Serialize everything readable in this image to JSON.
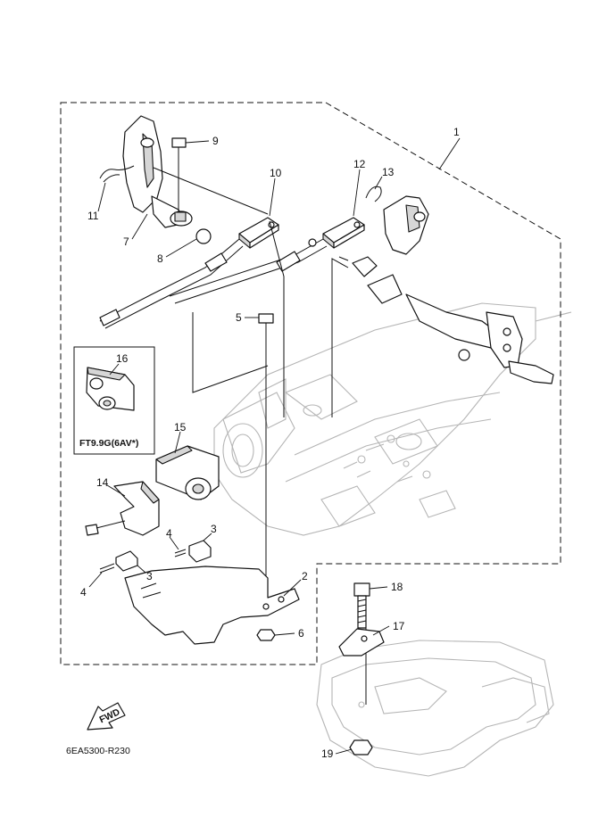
{
  "diagram": {
    "part_numbers": [
      "1",
      "2",
      "3",
      "3",
      "4",
      "4",
      "5",
      "6",
      "7",
      "8",
      "9",
      "10",
      "11",
      "12",
      "13",
      "14",
      "15",
      "16",
      "17",
      "18",
      "19"
    ],
    "inset_label": "FT9.9G(6AV*)",
    "fwd_label": "FWD",
    "drawing_code": "6EA5300-R230"
  }
}
